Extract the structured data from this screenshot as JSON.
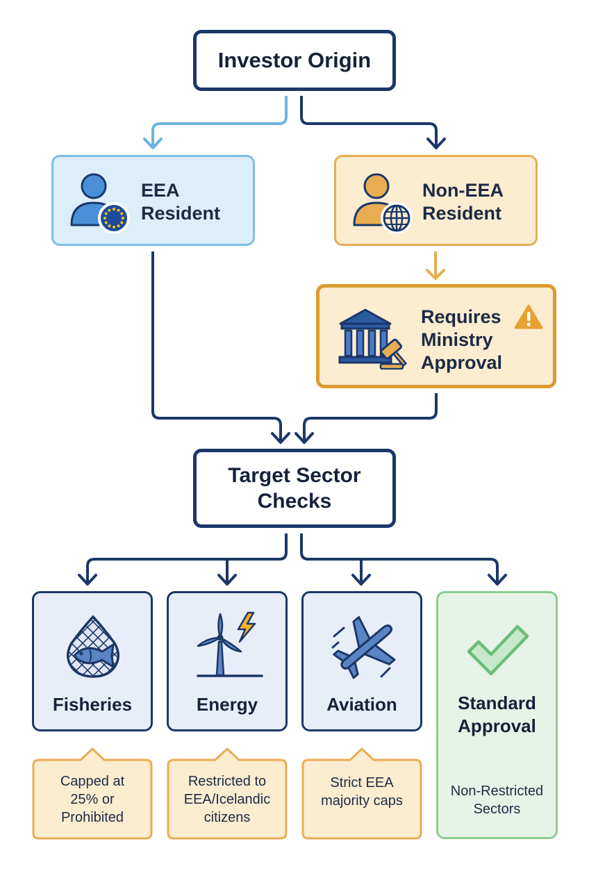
{
  "origin": {
    "label": "Investor Origin"
  },
  "eea": {
    "line1": "EEA",
    "line2": "Resident",
    "icon": "eu-resident-icon"
  },
  "non_eea": {
    "line1": "Non-EEA",
    "line2": "Resident",
    "icon": "globe-resident-icon"
  },
  "ministry": {
    "line1": "Requires",
    "line2": "Ministry",
    "line3": "Approval",
    "icon": "government-building-gavel-icon",
    "warning_icon": "warning-icon"
  },
  "target": {
    "line1": "Target Sector",
    "line2": "Checks"
  },
  "sectors": [
    {
      "label": "Fisheries",
      "icon": "fish-net-icon",
      "note": [
        "Capped at",
        "25% or",
        "Prohibited"
      ]
    },
    {
      "label": "Energy",
      "icon": "wind-turbine-icon",
      "note": [
        "Restricted to",
        "EEA/Icelandic",
        "citizens"
      ]
    },
    {
      "label": "Aviation",
      "icon": "airplane-icon",
      "note": [
        "Strict EEA",
        "majority caps"
      ]
    }
  ],
  "standard": {
    "line1": "Standard",
    "line2": "Approval",
    "note": [
      "Non-Restricted",
      "Sectors"
    ],
    "icon": "checkmark-icon"
  },
  "colors": {
    "navy": "#1b3768",
    "light_blue": "#7bbfe7",
    "blue_fill": "#dceefa",
    "orange": "#e8ad51",
    "orange_fill": "#fcecd0",
    "green": "#89cc91",
    "green_fill": "#e5f4e6",
    "sector_fill": "#e8eef8"
  }
}
